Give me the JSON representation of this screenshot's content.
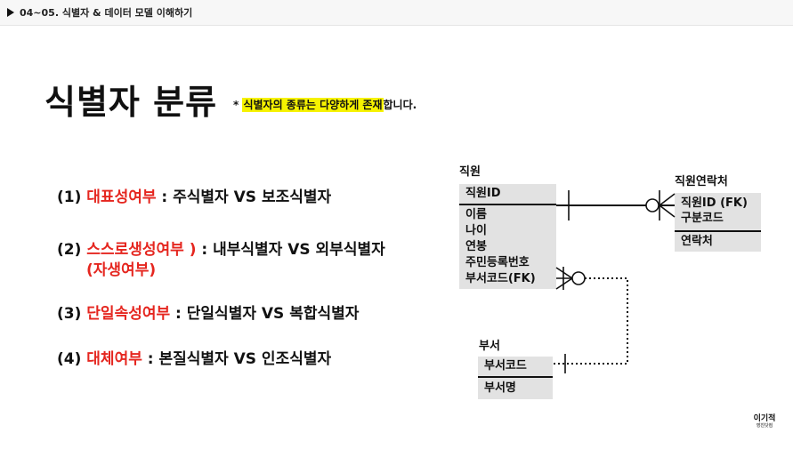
{
  "header": {
    "breadcrumb": "04~05. 식별자 & 데이터 모델 이해하기"
  },
  "slide": {
    "title": "식별자 분류",
    "note_prefix": "* ",
    "note_highlight": "식별자의 종류는 다양하게 존재",
    "note_suffix": "합니다.",
    "items": [
      {
        "num": "(1)",
        "key": "대표성여부",
        "sep": " : ",
        "desc": "주식별자 VS 보조식별자"
      },
      {
        "num": "(2)",
        "key": "스스로생성여부 )",
        "sep": " : ",
        "desc": "내부식별자 VS 외부식별자",
        "sub": "(자생여부)"
      },
      {
        "num": "(3)",
        "key": "단일속성여부",
        "sep": " : ",
        "desc": "단일식별자 VS 복합식별자"
      },
      {
        "num": "(4)",
        "key": "대체여부",
        "sep": " : ",
        "desc": "본질식별자 VS 인조식별자"
      }
    ]
  },
  "erd": {
    "employee": {
      "name": "직원",
      "pk": "직원ID",
      "attrs": [
        "이름",
        "나이",
        "연봉",
        "주민등록번호",
        "부서코드(FK)"
      ]
    },
    "contact": {
      "name": "직원연락처",
      "pk": [
        "직원ID (FK)",
        "구분코드"
      ],
      "attrs": [
        "연락처"
      ]
    },
    "dept": {
      "name": "부서",
      "pk": "부서코드",
      "attrs": [
        "부서명"
      ]
    }
  },
  "logo": {
    "text": "이기적",
    "sub": "영진닷컴"
  }
}
